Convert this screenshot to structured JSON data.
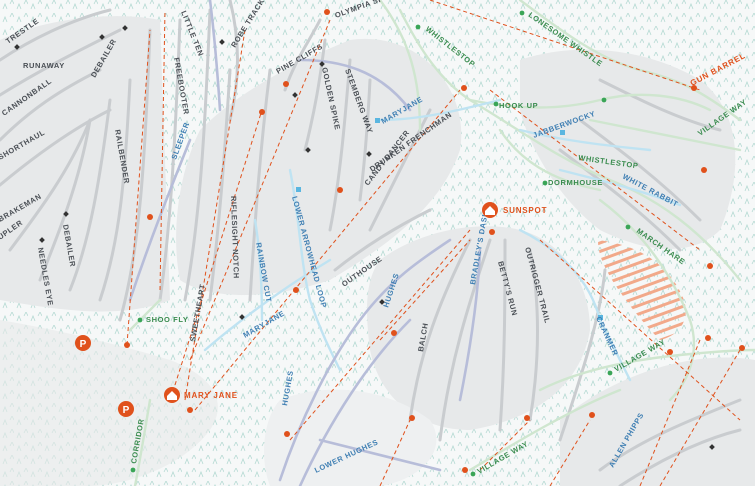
{
  "colors": {
    "background": "#f6f8f8",
    "glade": "#e7e9ea",
    "trail_gray": "#c9cccf",
    "trail_green": "#cfe6cf",
    "trail_blue": "#bfe3f2",
    "trail_purple": "#b7bdd9",
    "lift": "#e0511c",
    "lodge": "#e0511c",
    "parking": "#e0511c",
    "hatch": "#f2a98a",
    "label_dark": "#4a4f55",
    "label_blue": "#3f7fb3",
    "label_green": "#3a8c4f"
  },
  "lodges": [
    {
      "name": "MARY JANE",
      "icon": "lodge-house-icon"
    },
    {
      "name": "SUNSPOT",
      "icon": "lodge-house-icon"
    }
  ],
  "parking": [
    {
      "label": "P",
      "icon": "parking-icon"
    },
    {
      "label": "P",
      "icon": "parking-icon"
    }
  ],
  "trails": [
    {
      "name": "TRESTLE",
      "difficulty": "black"
    },
    {
      "name": "RUNAWAY",
      "difficulty": "black"
    },
    {
      "name": "DEBAILER",
      "difficulty": "black"
    },
    {
      "name": "CANNONBALL",
      "difficulty": "black"
    },
    {
      "name": "LITTLE TEN",
      "difficulty": "black"
    },
    {
      "name": "ROBE TRACK",
      "difficulty": "black"
    },
    {
      "name": "OLYMPIA SPUR",
      "difficulty": "green"
    },
    {
      "name": "WHISTLESTOP",
      "difficulty": "green"
    },
    {
      "name": "LONESOME WHISTLE",
      "difficulty": "green"
    },
    {
      "name": "GUN BARREL",
      "difficulty": "green"
    },
    {
      "name": "FREEBOOTER",
      "difficulty": "black"
    },
    {
      "name": "PINE CLIFFS",
      "difficulty": "black"
    },
    {
      "name": "GOLDEN SPIKE",
      "difficulty": "black"
    },
    {
      "name": "STEMBERG WAY",
      "difficulty": "black"
    },
    {
      "name": "MARYJANE",
      "difficulty": "blue"
    },
    {
      "name": "HOOK UP",
      "difficulty": "green"
    },
    {
      "name": "VILLAGE WAY",
      "difficulty": "green"
    },
    {
      "name": "SHORTHAUL",
      "difficulty": "black"
    },
    {
      "name": "RAILBENDER",
      "difficulty": "black"
    },
    {
      "name": "SLEEPER",
      "difficulty": "blue"
    },
    {
      "name": "CANDY DANCER",
      "difficulty": "black"
    },
    {
      "name": "DRUNKEN FRENCHMAN",
      "difficulty": "black"
    },
    {
      "name": "JABBERWOCKY",
      "difficulty": "blue"
    },
    {
      "name": "WHISTLESTOP",
      "difficulty": "green"
    },
    {
      "name": "DORMHOUSE",
      "difficulty": "green"
    },
    {
      "name": "WHITE RABBIT",
      "difficulty": "blue"
    },
    {
      "name": "BRAKEMAN",
      "difficulty": "black"
    },
    {
      "name": "UPLER",
      "difficulty": "black"
    },
    {
      "name": "DEBAILER",
      "difficulty": "black"
    },
    {
      "name": "NEEDLES EYE",
      "difficulty": "black"
    },
    {
      "name": "RIFLESIGHT NOTCH",
      "difficulty": "black"
    },
    {
      "name": "LOWER ARROWHEAD LOOP",
      "difficulty": "blue"
    },
    {
      "name": "MARCH HARE",
      "difficulty": "green"
    },
    {
      "name": "RAINBOW CUT",
      "difficulty": "blue"
    },
    {
      "name": "OUTHOUSE",
      "difficulty": "black"
    },
    {
      "name": "HUGHES",
      "difficulty": "blue"
    },
    {
      "name": "BRADLEY'S DASH",
      "difficulty": "blue"
    },
    {
      "name": "OUTRIGGER TRAIL",
      "difficulty": "black"
    },
    {
      "name": "BETTY'S RUN",
      "difficulty": "black"
    },
    {
      "name": "CRANMER",
      "difficulty": "blue"
    },
    {
      "name": "SHOO FLY",
      "difficulty": "green"
    },
    {
      "name": "SWEETHEART",
      "difficulty": "black"
    },
    {
      "name": "MARYJANE",
      "difficulty": "blue"
    },
    {
      "name": "BALCH",
      "difficulty": "black"
    },
    {
      "name": "VILLAGE WAY",
      "difficulty": "green"
    },
    {
      "name": "HUGHES",
      "difficulty": "blue"
    },
    {
      "name": "CORRIDOR",
      "difficulty": "green"
    },
    {
      "name": "LOWER HUGHES",
      "difficulty": "blue"
    },
    {
      "name": "VILLAGE WAY",
      "difficulty": "green"
    },
    {
      "name": "ALLEN PHIPPS",
      "difficulty": "blue"
    }
  ]
}
